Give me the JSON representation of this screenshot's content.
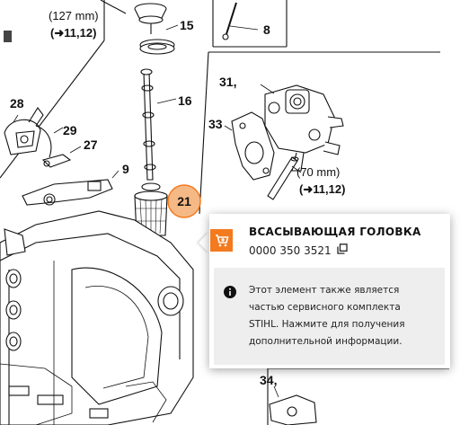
{
  "diagram": {
    "callouts": [
      "15",
      "8",
      "16",
      "28",
      "29",
      "27",
      "9",
      "31,",
      "33",
      "21",
      "34,"
    ],
    "dim_top": {
      "size": "(127 mm)",
      "ref": "11,12"
    },
    "dim_right": {
      "size": "(70 mm)",
      "ref": "11,12"
    },
    "highlight_color": "#f5b985",
    "accent_color": "#f37a1f"
  },
  "popup": {
    "title": "ВСАСЫВАЮЩАЯ ГОЛОВКА",
    "part_number": "0000 350 3521",
    "info_text": "Этот элемент также является частью сервисного комплекта STIHL. Нажмите для получения дополнительной информации.",
    "icons": {
      "cart": "cart-plus-icon",
      "copy": "copy-icon",
      "info": "info-icon"
    }
  }
}
